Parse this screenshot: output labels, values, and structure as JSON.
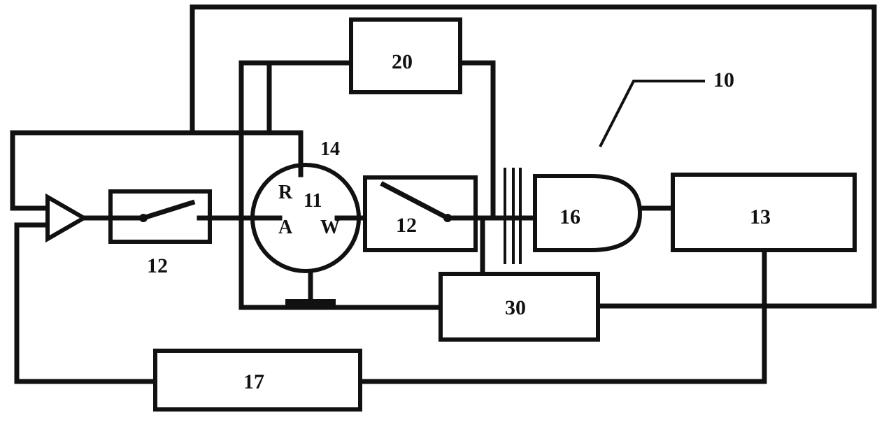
{
  "diagram": {
    "labels": {
      "block_20": "20",
      "block_13": "13",
      "block_30": "30",
      "block_17": "17",
      "block_16": "16",
      "pointer_10": "10",
      "cell_14": "14",
      "cell_11": "11",
      "electrode_r": "R",
      "electrode_a": "A",
      "electrode_w": "W",
      "switch_left": "12",
      "switch_right": "12"
    }
  }
}
